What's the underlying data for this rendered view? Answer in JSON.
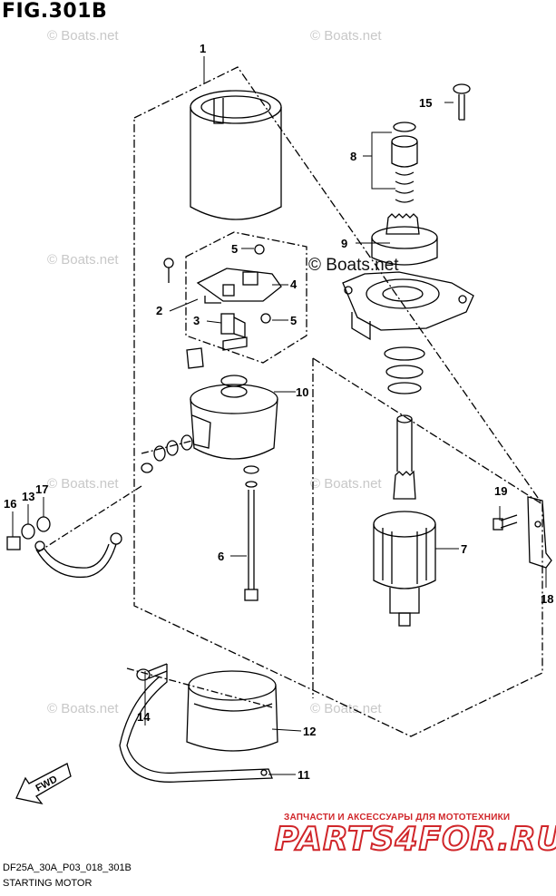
{
  "figure": {
    "title": "FIG.301B",
    "code": "DF25A_30A_P03_018_301B",
    "caption": "STARTING MOTOR"
  },
  "watermarks": {
    "repeat": "© Boats.net",
    "prominent": "© Boats.net"
  },
  "direction_marker": "FWD",
  "branding": {
    "tagline": "ЗАПЧАСТИ И АКСЕССУАРЫ ДЛЯ МОТОТЕХНИКИ",
    "logo": "PARTS4FOR.RU"
  },
  "callouts": [
    "1",
    "2",
    "3",
    "4",
    "5",
    "5",
    "6",
    "7",
    "8",
    "9",
    "10",
    "11",
    "12",
    "13",
    "14",
    "15",
    "16",
    "17",
    "18",
    "19"
  ],
  "colors": {
    "line": "#000000",
    "watermark": "#c8c8c8",
    "brand": "#d0262a"
  }
}
